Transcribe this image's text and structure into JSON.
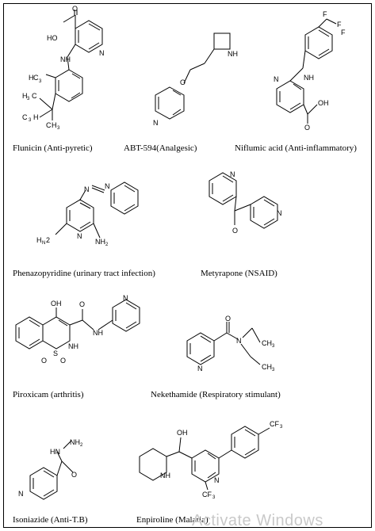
{
  "compounds": [
    {
      "caption": "Flunicin (Anti-pyretic)",
      "atoms": [
        "HO",
        "O",
        "N",
        "NH",
        "H",
        "C",
        "3",
        "H",
        "C",
        "3",
        "C",
        "H",
        "3",
        "C",
        "H",
        "3"
      ]
    },
    {
      "caption": "ABT-594(Analgesic)",
      "atoms": [
        "O",
        "NH",
        "N"
      ]
    },
    {
      "caption": "Niflumic acid (Anti-inflammatory)",
      "atoms": [
        "F",
        "F",
        "F",
        "N",
        "NH",
        "O",
        "OH"
      ]
    },
    {
      "caption": "Phenazopyridine (urinary tract infection)",
      "atoms": [
        "N",
        "N",
        "H",
        "N",
        "2",
        "N",
        "NH",
        "2"
      ]
    },
    {
      "caption": "Metyrapone (NSAID)",
      "atoms": [
        "N",
        "N",
        "O"
      ]
    },
    {
      "caption": "Piroxicam (arthritis)",
      "atoms": [
        "OH",
        "O",
        "N",
        "NH",
        "NH",
        "S",
        "O",
        "O"
      ]
    },
    {
      "caption": "Nekethamide (Respiratory stimulant)",
      "atoms": [
        "O",
        "N",
        "CH",
        "3",
        "CH",
        "3",
        "N"
      ]
    },
    {
      "caption": "Isoniazide (Anti-T.B)",
      "atoms": [
        "HN",
        "NH",
        "2",
        "O",
        "N"
      ]
    },
    {
      "caption": "Enpiroline (Malaria)",
      "atoms": [
        "OH",
        "NH",
        "N",
        "CF",
        "3",
        "CF",
        "3"
      ]
    }
  ],
  "watermark": "Activate Windows"
}
